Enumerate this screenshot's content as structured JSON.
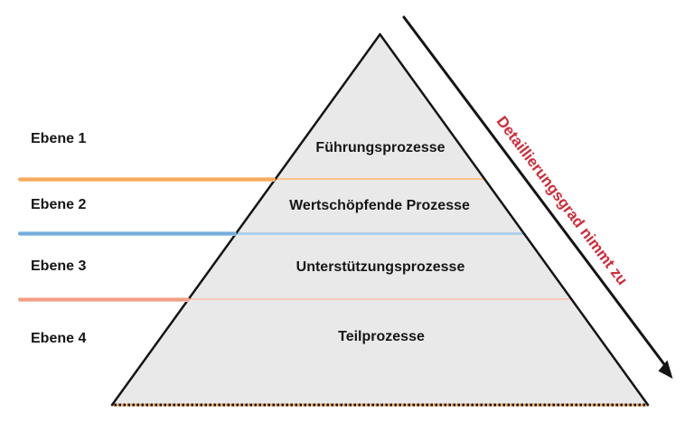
{
  "diagram": {
    "levels": [
      {
        "level_label": "Ebene 1",
        "process_label": "Führungsprozesse"
      },
      {
        "level_label": "Ebene 2",
        "process_label": "Wertschöpfende Prozesse"
      },
      {
        "level_label": "Ebene 3",
        "process_label": "Unterstützungsprozesse"
      },
      {
        "level_label": "Ebene 4",
        "process_label": "Teilprozesse"
      }
    ],
    "annotation": {
      "text": "Detaillierungsgrad nimmt zu"
    },
    "colors": {
      "pyramid_fill": "#E9E9E9",
      "outline": "#141414",
      "level1_divider": "#F5A85C",
      "level2_divider": "#6FA8DC",
      "level3_divider": "#F09C80",
      "divider1_inner": "#FBC489",
      "divider2_inner": "#A6CBEC",
      "divider3_inner": "#F8C8B6",
      "annotation_red": "#CE2B37"
    }
  }
}
